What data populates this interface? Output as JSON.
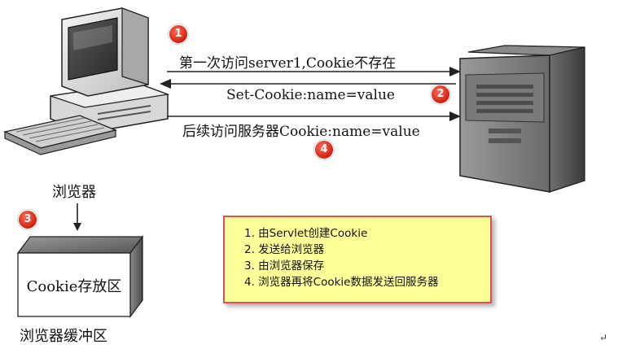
{
  "browser": {
    "label": "浏览器"
  },
  "server": {},
  "arrows": {
    "first_request": "第一次访问server1,Cookie不存在",
    "set_cookie": "Set-Cookie:name=value",
    "subsequent_request": "后续访问服务器Cookie:name=value"
  },
  "badges": {
    "one": "1",
    "two": "2",
    "three": "3",
    "four": "4"
  },
  "cache": {
    "box_label": "Cookie存放区",
    "caption": "浏览器缓冲区"
  },
  "notes": {
    "items": [
      "1. 由Servlet创建Cookie",
      "2. 发送给浏览器",
      "3. 由浏览器保存",
      "4. 浏览器再将Cookie数据发送回服务器"
    ]
  },
  "trailing_mark": "↵",
  "colors": {
    "badge": "#d0200e",
    "note_bg": "#ffff99",
    "note_border": "#e05050"
  }
}
